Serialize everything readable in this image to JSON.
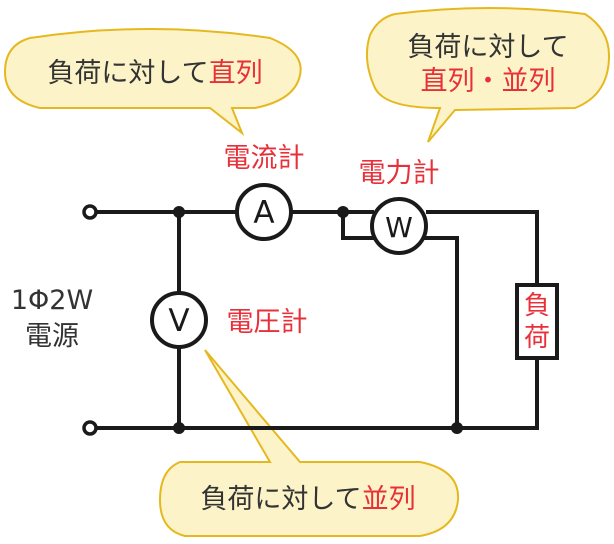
{
  "colors": {
    "wire": "#1a1a1a",
    "text": "#333333",
    "accent": "#e8303a",
    "bubble_fill": "#fcf4c8",
    "bubble_stroke": "#e6b820",
    "meter_fill": "#ffffff"
  },
  "bubbles": {
    "top_left": {
      "prefix": "負荷に対して",
      "accent": "直列"
    },
    "top_right": {
      "line1": "負荷に対して",
      "accent_line": "直列・並列"
    },
    "bottom": {
      "prefix": "負荷に対して",
      "accent": "並列"
    }
  },
  "meters": {
    "ammeter": {
      "symbol": "A",
      "label": "電流計"
    },
    "voltmeter": {
      "symbol": "V",
      "label": "電圧計"
    },
    "wattmeter": {
      "symbol": "W",
      "label": "電力計"
    }
  },
  "source": {
    "line1": "1Φ2W",
    "line2": "電源"
  },
  "load": {
    "label_top": "負",
    "label_bottom": "荷"
  }
}
